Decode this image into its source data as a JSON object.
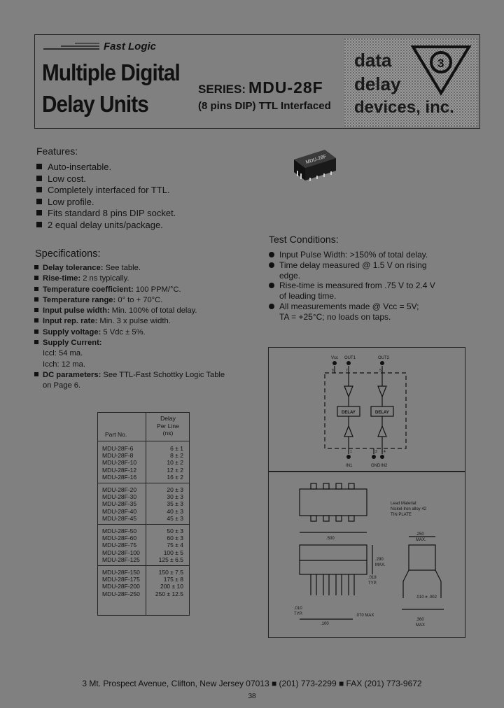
{
  "header": {
    "brand": "Fast Logic",
    "title_line1": "Multiple Digital",
    "title_line2": "Delay Units",
    "series_label": "SERIES:",
    "series_model": "MDU-28F",
    "series_subtitle": "(8 pins DIP) TTL Interfaced",
    "logo_text": [
      "data",
      "delay",
      "devices, inc."
    ],
    "logo_badge": "3"
  },
  "chip_label": "MDU-28F",
  "features": {
    "heading": "Features:",
    "items": [
      "Auto-insertable.",
      "Low cost.",
      "Completely interfaced for TTL.",
      "Low profile.",
      "Fits standard 8 pins DIP socket.",
      "2 equal delay units/package."
    ]
  },
  "specifications": {
    "heading": "Specifications:",
    "items": [
      {
        "label": "Delay tolerance:",
        "value": " See table."
      },
      {
        "label": "Rise-time:",
        "value": " 2 ns typically."
      },
      {
        "label": "Temperature coefficient:",
        "value": " 100 PPM/°C."
      },
      {
        "label": "Temperature range:",
        "value": " 0° to + 70°C."
      },
      {
        "label": "Input pulse width:",
        "value": " Min. 100% of total delay."
      },
      {
        "label": "Input rep. rate:",
        "value": " Min. 3 x pulse width."
      },
      {
        "label": "Supply voltage:",
        "value": " 5 Vdc ± 5%."
      },
      {
        "label": "Supply Current:",
        "value": ""
      },
      {
        "label": "",
        "value": "Iccl: 54 ma."
      },
      {
        "label": "",
        "value": "Icch: 12 ma."
      },
      {
        "label": "DC parameters:",
        "value": " See TTL-Fast Schottky Logic Table"
      },
      {
        "label": "",
        "value": "on Page 6."
      }
    ]
  },
  "test_conditions": {
    "heading": "Test Conditions:",
    "lines": [
      {
        "bullet": true,
        "text": "Input Pulse Width: >150% of total delay."
      },
      {
        "bullet": true,
        "text": "Time delay measured @ 1.5 V on rising"
      },
      {
        "bullet": false,
        "text": "edge."
      },
      {
        "bullet": true,
        "text": "Rise-time is measured from .75 V to 2.4 V"
      },
      {
        "bullet": false,
        "text": "of leading time."
      },
      {
        "bullet": true,
        "text": "All measurements made @ Vcc = 5V;"
      },
      {
        "bullet": false,
        "text": "TA = +25°C; no loads on taps."
      }
    ]
  },
  "delay_table": {
    "col_part": "Part No.",
    "col_delay": [
      "Delay",
      "Per Line",
      "(ns)"
    ],
    "groups": [
      [
        [
          "MDU-28F-6",
          "6 ± 1"
        ],
        [
          "MDU-28F-8",
          "8 ± 2"
        ],
        [
          "MDU-28F-10",
          "10 ± 2"
        ],
        [
          "MDU-28F-12",
          "12 ± 2"
        ],
        [
          "MDU-28F-16",
          "16 ± 2"
        ]
      ],
      [
        [
          "MDU-28F-20",
          "20 ± 3"
        ],
        [
          "MDU-28F-30",
          "30 ± 3"
        ],
        [
          "MDU-28F-35",
          "35 ± 3"
        ],
        [
          "MDU-28F-40",
          "40 ± 3"
        ],
        [
          "MDU-28F-45",
          "45 ± 3"
        ]
      ],
      [
        [
          "MDU-28F-50",
          "50 ± 3"
        ],
        [
          "MDU-28F-60",
          "60 ± 3"
        ],
        [
          "MDU-28F-75",
          "75 ± 4"
        ],
        [
          "MDU-28F-100",
          "100 ± 5"
        ],
        [
          "MDU-28F-125",
          "125 ± 6.5"
        ]
      ],
      [
        [
          "MDU-28F-150",
          "150 ± 7.5"
        ],
        [
          "MDU-28F-175",
          "175 ± 8"
        ],
        [
          "MDU-28F-200",
          "200 ± 10"
        ],
        [
          "MDU-28F-250",
          "250 ± 12.5"
        ]
      ]
    ]
  },
  "schematic": {
    "vcc": "Vcc",
    "out1": "OUT1",
    "out2": "OUT2",
    "delay": "DELAY",
    "in1": "IN1",
    "gnd": "GND",
    "in2": "IN2",
    "pins_top": [
      "8",
      "7",
      "6",
      "5"
    ],
    "pins_bottom": [
      "1",
      "2",
      "3",
      "4"
    ]
  },
  "package": {
    "lead_material": [
      "Lead Material:",
      "Nickel-Iron alloy 42",
      "TIN PLATE"
    ],
    "dim_length": ".500",
    "dim_height_a": ".290",
    "dim_height_b": "MAX.",
    "dim_lead": ".018",
    "dim_lead_b": "TYP.",
    "dim_pitch": ".100",
    "dim_pitch_typ": ".010",
    "dim_pitch_typ_b": "TYP.",
    "dim_std": ".070 MAX",
    "dim_width_a": ".250",
    "dim_width_b": "MAX.",
    "dim_spacing": ".010 ± .002",
    "dim_span_a": ".360",
    "dim_span_b": "MAX"
  },
  "footer": "3 Mt. Prospect Avenue, Clifton, New Jersey 07013 ■ (201) 773-2299 ■ FAX (201) 773-9672",
  "page_number": "38"
}
